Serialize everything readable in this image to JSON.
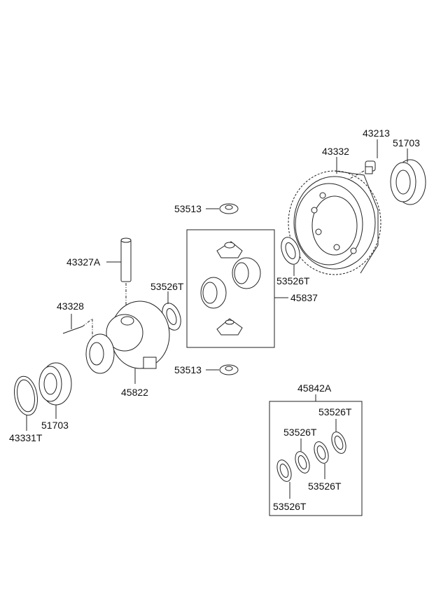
{
  "diagram": {
    "title": "Transaxle Differential - Exploded Parts View",
    "labels": {
      "p43213": "43213",
      "p43332": "43332",
      "p51703_top": "51703",
      "p53513_top": "53513",
      "p43327A": "43327A",
      "p53526T_left": "53526T",
      "p53526T_right": "53526T",
      "p45837": "45837",
      "p43328": "43328",
      "p53513_bottom": "53513",
      "p45822": "45822",
      "p45842A": "45842A",
      "p51703_bottom": "51703",
      "p43331T": "43331T",
      "kit_53526T_1": "53526T",
      "kit_53526T_2": "53526T",
      "kit_53526T_3": "53526T",
      "kit_53526T_4": "53526T"
    }
  }
}
